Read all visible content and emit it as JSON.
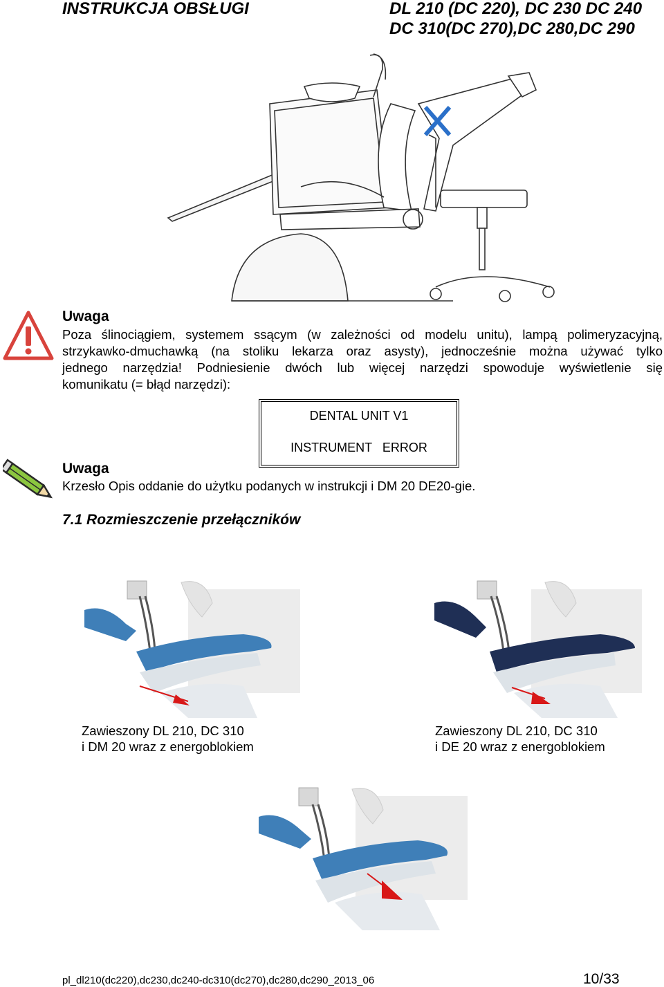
{
  "header": {
    "left_title": "INSTRUKCJA OBSŁUGI",
    "right_title_line1": "DL 210 (DC 220), DC 230 DC 240",
    "right_title_line2": "DC 310(DC 270),DC 280,DC 290"
  },
  "warning": {
    "title": "Uwaga",
    "lines": [
      "Poza ślinociągiem, systemem ssącym (w zależności od modelu unitu), lampą polimeryzacyjną,",
      "strzykawko-dmuchawką (na stoliku lekarza oraz asysty), jednocześnie można używać tylko",
      "jednego narzędzia! Podniesienie dwóch lub więcej narzędzi spowoduje wyświetlenie się",
      "komunikatu (= błąd narzędzi):"
    ]
  },
  "display_message": {
    "line1": "DENTAL UNIT V1",
    "line2": "INSTRUMENT   ERROR"
  },
  "note": {
    "title": "Uwaga",
    "text": "Krzesło Opis oddanie do użytku podanych w instrukcji i DM 20 DE20-gie."
  },
  "section": {
    "title": "7.1 Rozmieszczenie przełączników"
  },
  "figures": [
    {
      "caption_line1": "Zawieszony DL 210, DC 310",
      "caption_line2": "i DM 20 wraz z energoblokiem",
      "upholstery_color": "#3f7fb8"
    },
    {
      "caption_line1": "Zawieszony DL 210, DC 310",
      "caption_line2": "i DE 20 wraz z energoblokiem",
      "upholstery_color": "#1f2f55"
    },
    {
      "upholstery_color": "#3f7fb8"
    }
  ],
  "colors": {
    "warning_red": "#d8433c",
    "marker_blue": "#2b70c9",
    "arrow_red": "#d81818"
  },
  "icons": [
    "warning-triangle-icon",
    "pencil-icon"
  ],
  "footer": {
    "filename": "pl_dl210(dc220),dc230,dc240-dc310(dc270),dc280,dc290_2013_06",
    "page": "10/33"
  }
}
